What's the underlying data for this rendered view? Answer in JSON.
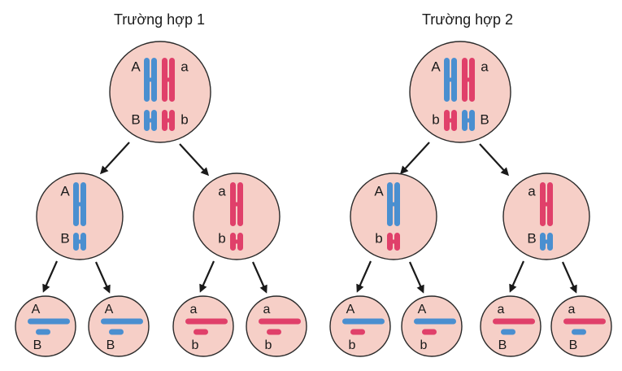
{
  "cases": [
    {
      "title": "Trường hợp 1",
      "parent": {
        "labels": [
          "A",
          "a",
          "B",
          "b"
        ],
        "bottom": [
          [
            "blue",
            "B"
          ],
          [
            "red",
            "b"
          ]
        ]
      },
      "daughters": [
        {
          "top": "blue",
          "bottom": "blue",
          "topLabel": "A",
          "bottomLabel": "B"
        },
        {
          "top": "red",
          "bottom": "red",
          "topLabel": "a",
          "bottomLabel": "b"
        }
      ],
      "gametes": [
        {
          "long": "blue",
          "short": "blue",
          "topLabel": "A",
          "bottomLabel": "B"
        },
        {
          "long": "blue",
          "short": "blue",
          "topLabel": "A",
          "bottomLabel": "B"
        },
        {
          "long": "red",
          "short": "red",
          "topLabel": "a",
          "bottomLabel": "b"
        },
        {
          "long": "red",
          "short": "red",
          "topLabel": "a",
          "bottomLabel": "b"
        }
      ]
    },
    {
      "title": "Trường hợp 2",
      "parent": {
        "labels": [
          "A",
          "a",
          "b",
          "B"
        ],
        "bottom": [
          [
            "red",
            "b"
          ],
          [
            "blue",
            "B"
          ]
        ]
      },
      "daughters": [
        {
          "top": "blue",
          "bottom": "red",
          "topLabel": "A",
          "bottomLabel": "b"
        },
        {
          "top": "red",
          "bottom": "blue",
          "topLabel": "a",
          "bottomLabel": "B"
        }
      ],
      "gametes": [
        {
          "long": "blue",
          "short": "red",
          "topLabel": "A",
          "bottomLabel": "b"
        },
        {
          "long": "blue",
          "short": "red",
          "topLabel": "A",
          "bottomLabel": "b"
        },
        {
          "long": "red",
          "short": "blue",
          "topLabel": "a",
          "bottomLabel": "B"
        },
        {
          "long": "red",
          "short": "blue",
          "topLabel": "a",
          "bottomLabel": "B"
        }
      ]
    }
  ],
  "colors": {
    "blue": "#4a8fd0",
    "red": "#e0406a",
    "cellFill": "#f6cfc7",
    "cellStroke": "#2a2a2a",
    "text": "#1a1a1a",
    "arrow": "#1a1a1a"
  }
}
